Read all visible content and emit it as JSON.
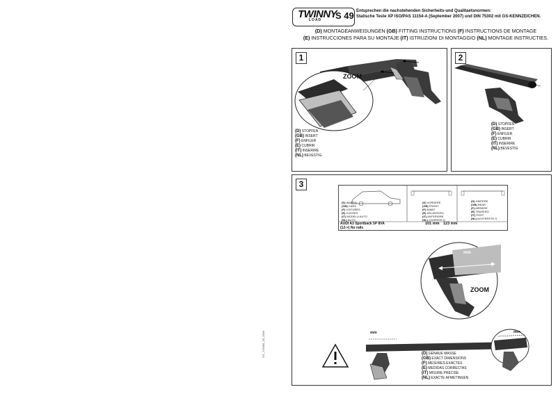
{
  "header": {
    "brand": "TWINNY",
    "brand_sub": "LOAD",
    "model": "S 49",
    "norm_line1": "Entsprechen die nachstehenden Sicherheits-und Qualitaetsnormen:",
    "norm_line2": "Statische Teste XP ISO/PAS 11154-A (September 2007) und DIN 75302 mit GS-KENNZEICHEN."
  },
  "titles": {
    "line1": [
      {
        "code": "(D)",
        "text": " MONTAGEANWEISUNGEN "
      },
      {
        "code": "(GB)",
        "text": " FITTING INSTRUCTIONS "
      },
      {
        "code": "(F)",
        "text": " INSTRUCTIONS DE MONTAGE"
      }
    ],
    "line2": [
      {
        "code": "(E)",
        "text": " INSTRUCCIONES PARA SU MONTAJE "
      },
      {
        "code": "(IT)",
        "text": " ISTRUZIONI DI MONTAGGIO "
      },
      {
        "code": "(NL)",
        "text": " MONTAGE INSTRUCTIES."
      }
    ]
  },
  "panel1": {
    "number": "1",
    "zoom": "ZOOM",
    "legend": [
      {
        "code": "(D)",
        "text": "STOPFEN"
      },
      {
        "code": "(GB)",
        "text": "INSERT"
      },
      {
        "code": "(F)",
        "text": "ENFILER"
      },
      {
        "code": "(E)",
        "text": "CUBRIR"
      },
      {
        "code": "(IT)",
        "text": "INSERIRE"
      },
      {
        "code": "(NL)",
        "text": "BEVESTIG"
      }
    ]
  },
  "panel2": {
    "number": "2",
    "legend": [
      {
        "code": "(D)",
        "text": "STOPFEN"
      },
      {
        "code": "(GB)",
        "text": "INSERT"
      },
      {
        "code": "(F)",
        "text": "ENFILER"
      },
      {
        "code": "(E)",
        "text": "CUBRIR"
      },
      {
        "code": "(IT)",
        "text": "INSERIRE"
      },
      {
        "code": "(NL)",
        "text": "BEVESTIG"
      }
    ]
  },
  "panel3": {
    "number": "3",
    "zoom": "ZOOM",
    "mm": "mm",
    "table": {
      "car_legend": [
        {
          "code": "(D)",
          "text": "WAGEN"
        },
        {
          "code": "(GB)",
          "text": "CARS"
        },
        {
          "code": "(F)",
          "text": "VOITURES"
        },
        {
          "code": "(E)",
          "text": "COCHES"
        },
        {
          "code": "(IT)",
          "text": "MODELLI AUTO"
        },
        {
          "code": "(NL)",
          "text": "AUTO"
        }
      ],
      "front_legend": [
        {
          "code": "(D)",
          "text": "VORDERE"
        },
        {
          "code": "(GB)",
          "text": "FRONT"
        },
        {
          "code": "(F)",
          "text": "AVANT"
        },
        {
          "code": "(E)",
          "text": "DELANTERO"
        },
        {
          "code": "(IT)",
          "text": "ANTERIORE"
        },
        {
          "code": "(NL)",
          "text": "VOORSTE G"
        }
      ],
      "rear_legend": [
        {
          "code": "(D)",
          "text": "HINTERE"
        },
        {
          "code": "(GB)",
          "text": "REAR"
        },
        {
          "code": "(F)",
          "text": "ARRIERE"
        },
        {
          "code": "(E)",
          "text": "TRASERO"
        },
        {
          "code": "(IT)",
          "text": "POST."
        },
        {
          "code": "(NL)",
          "text": "ACHTERSTE G"
        }
      ],
      "model_line1": "AUDI A3 Sportback 5P 8VA",
      "model_line2": "(12->) No rails",
      "front_value": "101 mm",
      "rear_value": "123 mm"
    },
    "legend": [
      {
        "code": "(D)",
        "text": "GENAUE MASSE"
      },
      {
        "code": "(GB)",
        "text": "EXACT DIMENSIONS"
      },
      {
        "code": "(F)",
        "text": "MESURES EXACTES"
      },
      {
        "code": "(E)",
        "text": "MEDIDAS CORRECTAS"
      },
      {
        "code": "(IT)",
        "text": "MISURE PRECISE"
      },
      {
        "code": "(NL)",
        "text": "EXACTE AFMETINGEN"
      }
    ]
  },
  "side_code": "IST_TW458_00_0506"
}
